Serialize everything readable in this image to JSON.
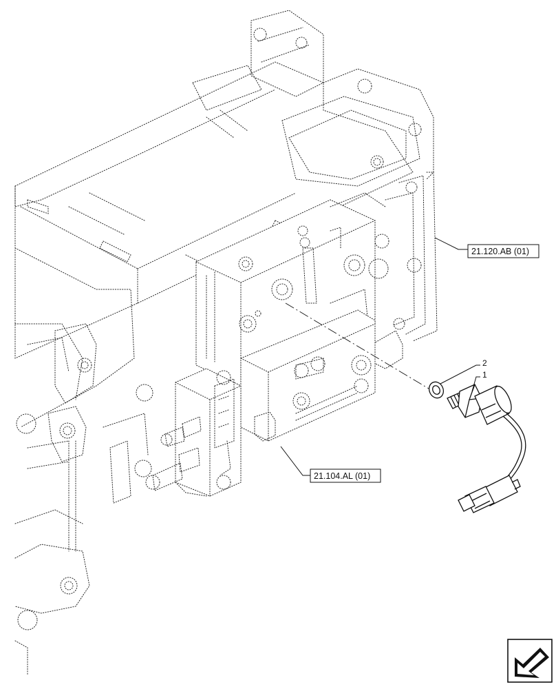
{
  "callouts": {
    "item_1": "1",
    "item_2": "2"
  },
  "references": {
    "ref_1": "21.120.AB (01)",
    "ref_2": "21.104.AL (01)"
  },
  "icons": {
    "nav_icon": "arrow-icon"
  }
}
